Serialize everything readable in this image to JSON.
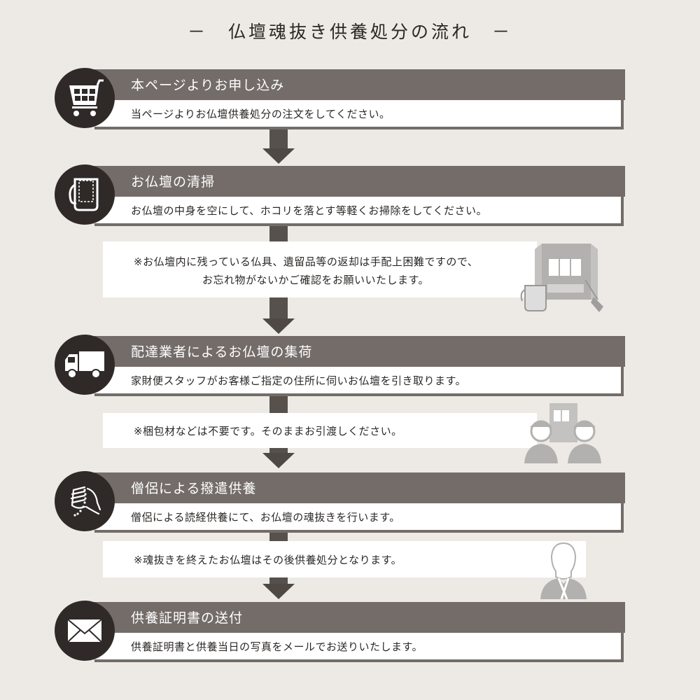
{
  "title": "－　仏壇魂抜き供養処分の流れ　－",
  "colors": {
    "background": "#edeae6",
    "header_bar": "#736c69",
    "icon_circle": "#2f2a28",
    "arrow": "#4f4946",
    "illustration_gray": "#b3b1af"
  },
  "steps": [
    {
      "icon": "shopping-cart-icon",
      "heading": "本ページよりお申し込み",
      "description": "当ページよりお仏壇供養処分の注文をしてください。"
    },
    {
      "icon": "bucket-cleaning-icon",
      "heading": "お仏壇の清掃",
      "description": "お仏壇の中身を空にして、ホコリを落とす等軽くお掃除をしてください。"
    },
    {
      "icon": "delivery-truck-icon",
      "heading": "配達業者によるお仏壇の集荷",
      "description": "家財便スタッフがお客様ご指定の住所に伺いお仏壇を引き取ります。"
    },
    {
      "icon": "praying-hands-icon",
      "heading": "僧侶による撥遣供養",
      "description": "僧侶による読経供養にて、お仏壇の魂抜きを行います。"
    },
    {
      "icon": "envelope-icon",
      "heading": "供養証明書の送付",
      "description": "供養証明書と供養当日の写真をメールでお送りいたします。"
    }
  ],
  "notes": [
    {
      "lines": [
        "※お仏壇内に残っている仏具、遺留品等の返却は手配上困難ですので、",
        "お忘れ物がないかご確認をお願いいたします。"
      ],
      "illustration": "altar-cleaning-illustration"
    },
    {
      "lines": [
        "※梱包材などは不要です。そのままお引渡しください。"
      ],
      "illustration": "delivery-staff-illustration"
    },
    {
      "lines": [
        "※魂抜きを終えたお仏壇はその後供養処分となります。"
      ],
      "illustration": "monk-illustration"
    }
  ]
}
